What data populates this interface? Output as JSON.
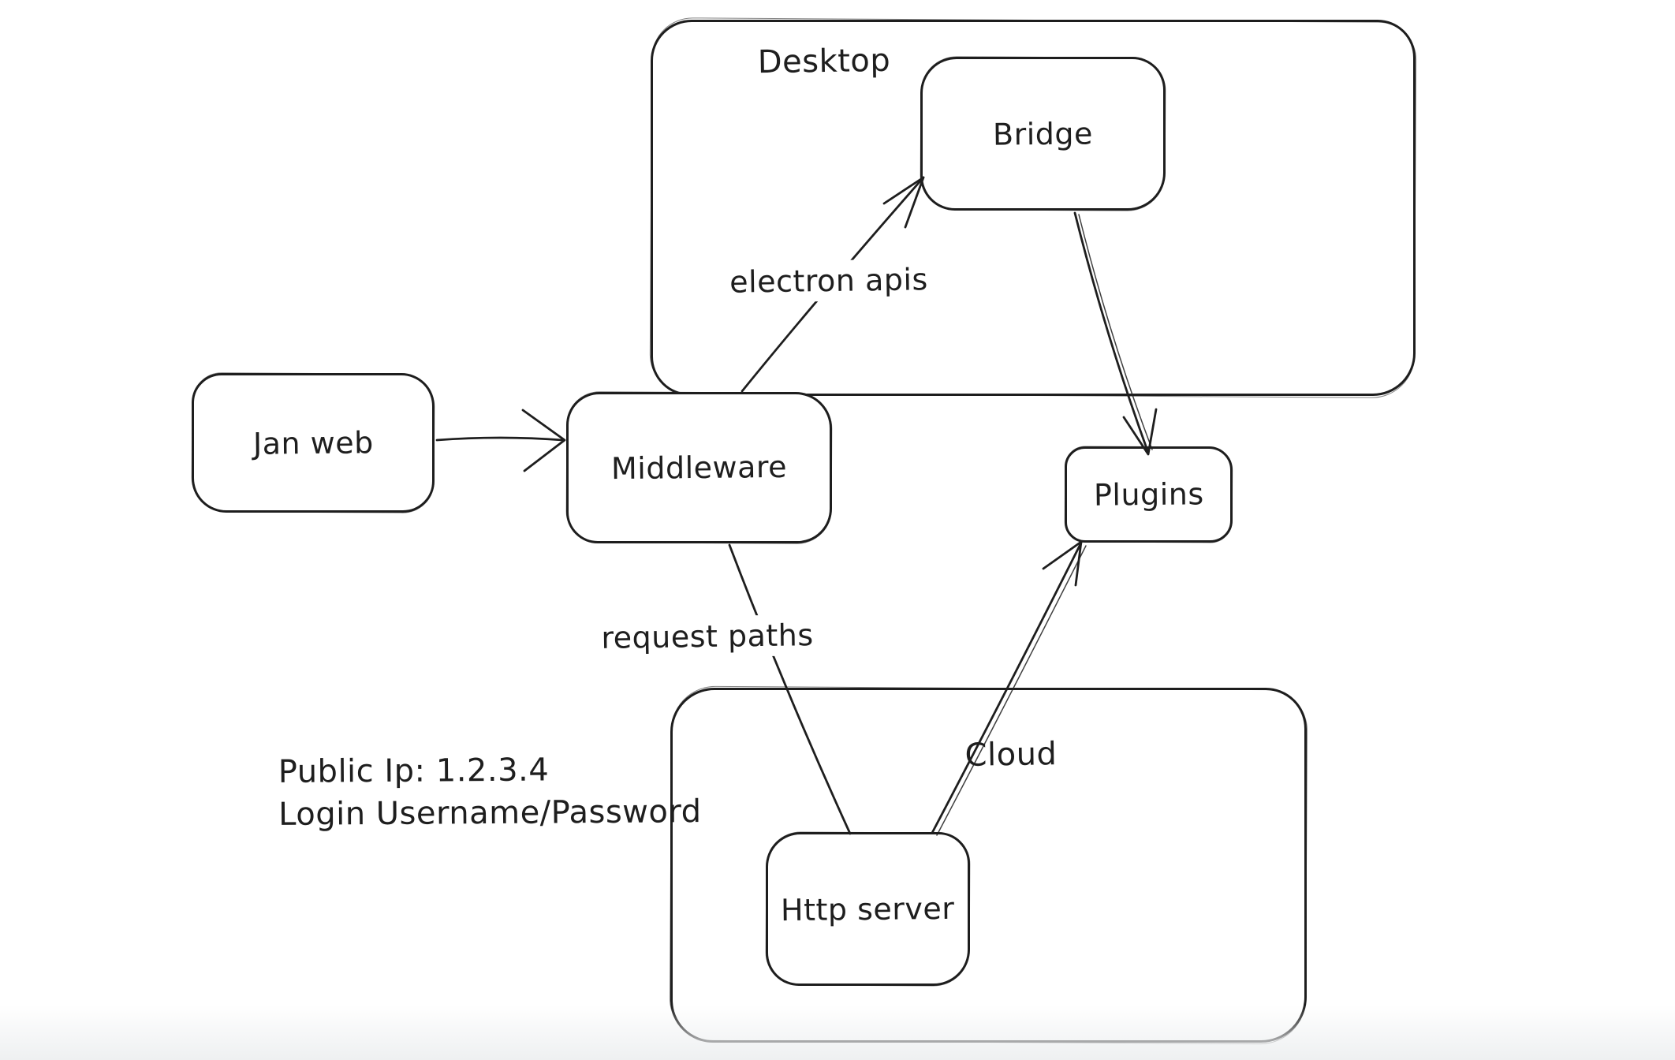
{
  "canvas": {
    "background_color": "#ffffff",
    "stroke_color": "#1e1e1e",
    "bottom_fade_color": "#eef0f1"
  },
  "diagram": {
    "containers": [
      {
        "id": "desktop",
        "label": "Desktop"
      },
      {
        "id": "cloud",
        "label": "Cloud"
      }
    ],
    "nodes": [
      {
        "id": "jan-web",
        "label": "Jan web"
      },
      {
        "id": "middleware",
        "label": "Middleware"
      },
      {
        "id": "bridge",
        "label": "Bridge"
      },
      {
        "id": "plugins",
        "label": "Plugins"
      },
      {
        "id": "http-server",
        "label": "Http server"
      }
    ],
    "edges": [
      {
        "id": "jan-web-to-middleware",
        "from": "Jan web",
        "to": "Middleware",
        "label": "",
        "arrowhead": "end"
      },
      {
        "id": "middleware-to-bridge",
        "from": "Middleware",
        "to": "Bridge",
        "label": "electron apis",
        "arrowhead": "end"
      },
      {
        "id": "bridge-to-plugins",
        "from": "Bridge",
        "to": "Plugins",
        "label": "",
        "arrowhead": "end"
      },
      {
        "id": "middleware-to-http-server",
        "from": "Middleware",
        "to": "Http server",
        "label": "request paths",
        "arrowhead": "none"
      },
      {
        "id": "http-server-to-plugins",
        "from": "Http server",
        "to": "Plugins",
        "label": "",
        "arrowhead": "end"
      }
    ],
    "notes": {
      "line1": "Public Ip: 1.2.3.4",
      "line2": "Login Username/Password"
    }
  }
}
